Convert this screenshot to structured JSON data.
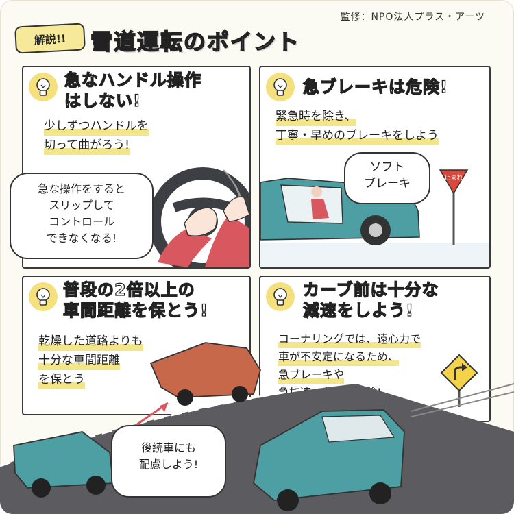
{
  "header": {
    "credit": "監修：NPO法人プラス・アーツ",
    "badge": "解説!!",
    "title": "雪道運転のポイント"
  },
  "panels": [
    {
      "heading": [
        "急なハンドル操作",
        "はしない!"
      ],
      "body": [
        "少しずつハンドルを",
        "切って曲がろう!"
      ],
      "bubble": [
        "急な操作をすると",
        "スリップして",
        "コントロール",
        "できなくなる!"
      ]
    },
    {
      "heading": [
        "急ブレーキは危険!"
      ],
      "body": [
        "緊急時を除き、",
        "丁寧・早めのブレーキをしよう"
      ],
      "bubble": [
        "ソフト",
        "ブレーキ"
      ],
      "sign": "止まれ"
    },
    {
      "heading": [
        "普段の2倍以上の",
        "車間距離を保とう!"
      ],
      "body": [
        "乾燥した道路よりも",
        "十分な車間距離",
        "を保とう"
      ]
    },
    {
      "heading": [
        "カーブ前は十分な",
        "減速をしよう!"
      ],
      "body": [
        "コーナリングでは、遠心力で",
        "車が不安定になるため、",
        "急ブレーキや",
        "急加速は非常に危険!"
      ]
    }
  ],
  "bottom_bubble": [
    "後続車にも",
    "配慮しよう!"
  ],
  "colors": {
    "car_teal": "#4e9fa3",
    "car_orange": "#c8684a",
    "highlight": "#f3e58a",
    "badge": "#f6ea9a",
    "sign_red": "#d8493b",
    "road": "#5c5c60"
  }
}
